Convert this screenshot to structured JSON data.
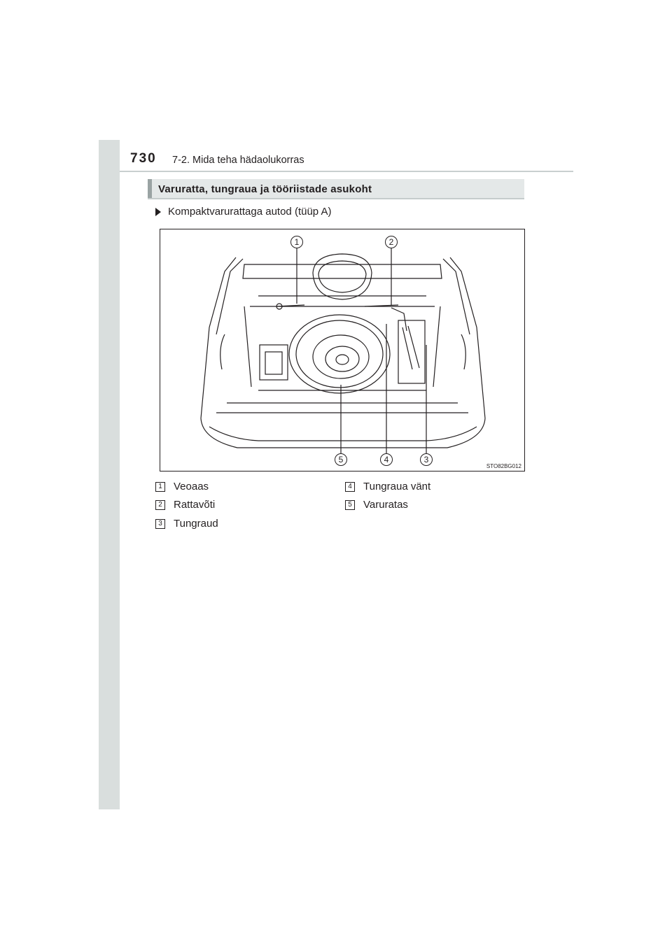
{
  "header": {
    "page_number": "730",
    "chapter": "7-2. Mida teha hädaolukorras"
  },
  "section": {
    "title": "Varuratta, tungraua ja tööriistade asukoht"
  },
  "subsection": {
    "label": "Kompaktvarurattaga autod (tüüp A)"
  },
  "figure": {
    "code": "STO82BG012",
    "callouts": [
      "1",
      "2",
      "3",
      "4",
      "5"
    ]
  },
  "legend": [
    {
      "num": "1",
      "label": "Veoaas"
    },
    {
      "num": "2",
      "label": "Rattavõti"
    },
    {
      "num": "3",
      "label": "Tungraud"
    },
    {
      "num": "4",
      "label": "Tungraua vänt"
    },
    {
      "num": "5",
      "label": "Varuratas"
    }
  ]
}
